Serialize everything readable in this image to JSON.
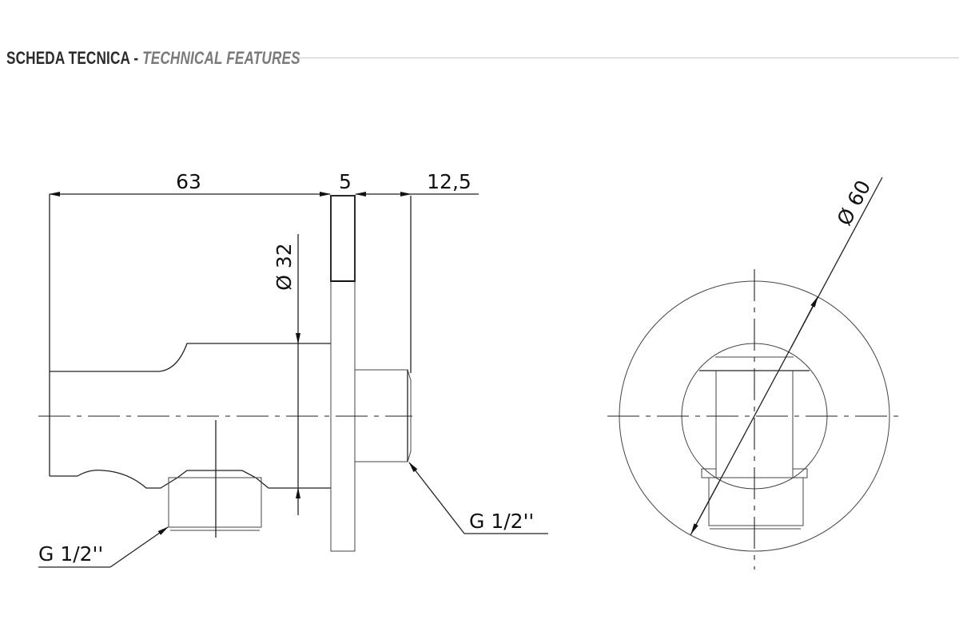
{
  "header": {
    "title_it": "SCHEDA TECNICA - ",
    "title_en": "TECHNICAL FEATURES"
  },
  "drawing": {
    "side_view": {
      "dim_length": "63",
      "dim_plate": "5",
      "dim_spigot": "12,5",
      "dim_diameter": "Ø 32",
      "thread_outlet": "G 1/2''",
      "thread_inlet": "G 1/2''"
    },
    "front_view": {
      "dim_diameter": "Ø 60"
    }
  },
  "colors": {
    "line": "#222222",
    "header_dark": "#2b2b2b",
    "header_gray": "#7a7a7a"
  }
}
